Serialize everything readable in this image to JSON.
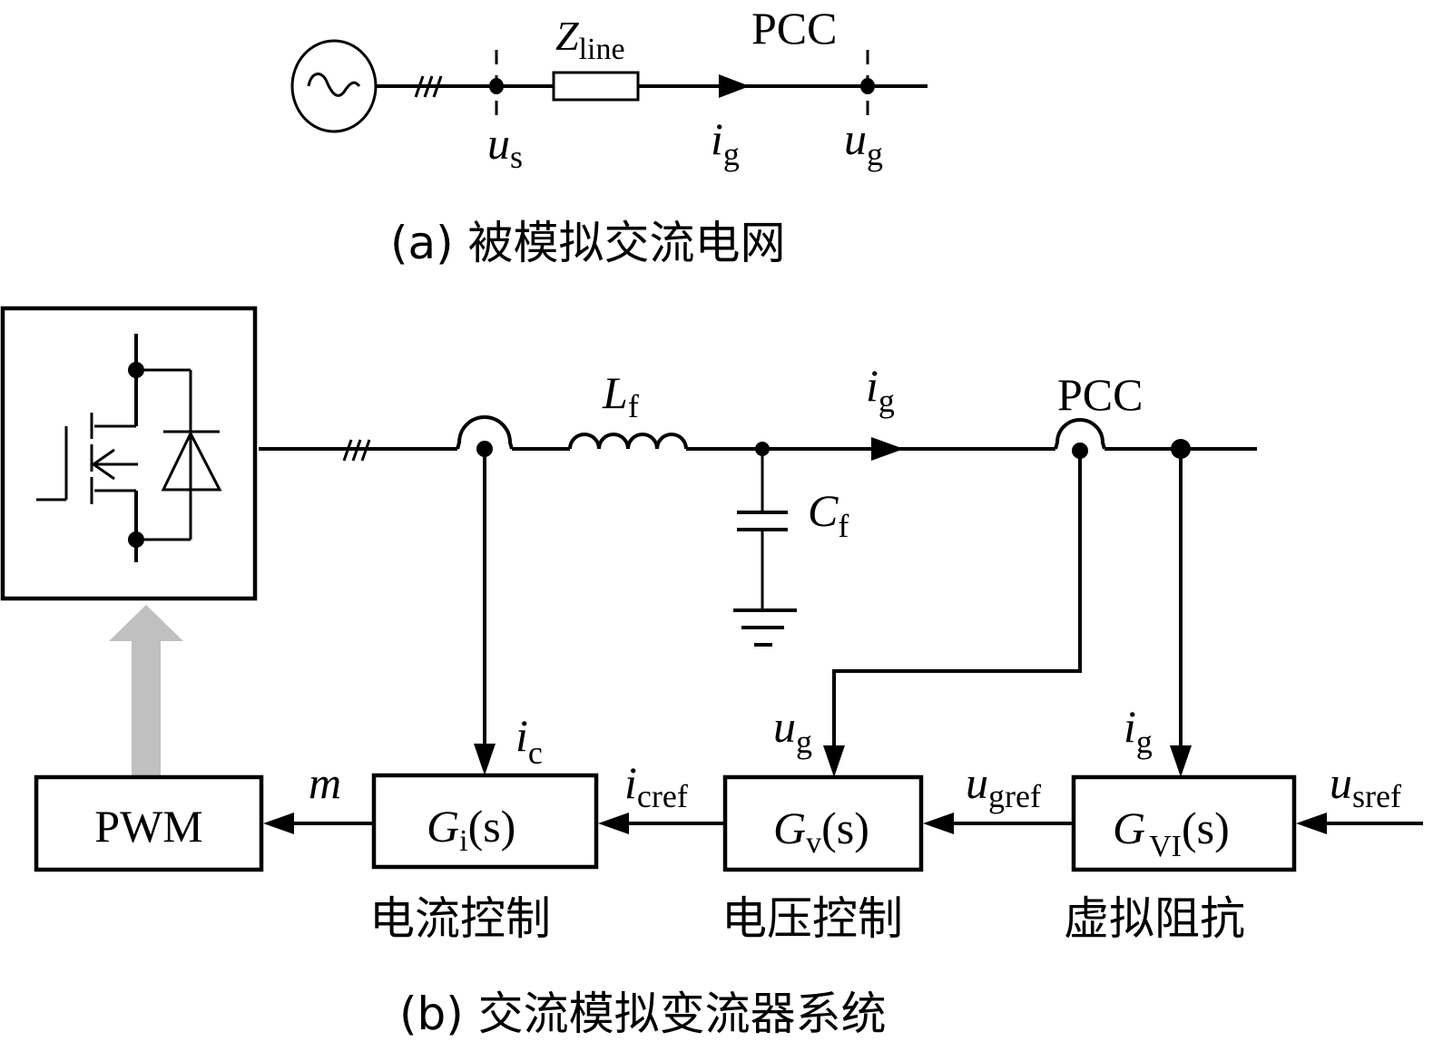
{
  "panel_a": {
    "caption": "(a)  被模拟交流电网",
    "labels": {
      "impedance_main": "Z",
      "impedance_sub": "line",
      "pcc": "PCC",
      "us_main": "u",
      "us_sub": "s",
      "ig_main": "i",
      "ig_sub": "g",
      "ug_main": "u",
      "ug_sub": "g"
    }
  },
  "panel_b": {
    "caption": "(b)  交流模拟变流器系统",
    "labels": {
      "lf_main": "L",
      "lf_sub": "f",
      "cf_main": "C",
      "cf_sub": "f",
      "ig_main": "i",
      "ig_sub": "g",
      "pcc": "PCC",
      "ic_main": "i",
      "ic_sub": "c",
      "ug_fb_main": "u",
      "ug_fb_sub": "g",
      "ig_fb_main": "i",
      "ig_fb_sub": "g",
      "m": "m",
      "icref_main": "i",
      "icref_sub": "cref",
      "ugref_main": "u",
      "ugref_sub": "gref",
      "usref_main": "u",
      "usref_sub": "sref"
    },
    "blocks": {
      "pwm": "PWM",
      "gi": {
        "main": "G",
        "sub": "i",
        "arg": "(s)"
      },
      "gv": {
        "main": "G",
        "sub": "v",
        "arg": "(s)"
      },
      "gvi": {
        "main": "G",
        "sub": "VI",
        "arg": "(s)"
      }
    },
    "block_captions": {
      "current_control": "电流控制",
      "voltage_control": "电压控制",
      "virtual_impedance": "虚拟阻抗"
    },
    "colors": {
      "line": "#000000",
      "pwm_arrow": "#c0c0c0"
    }
  }
}
